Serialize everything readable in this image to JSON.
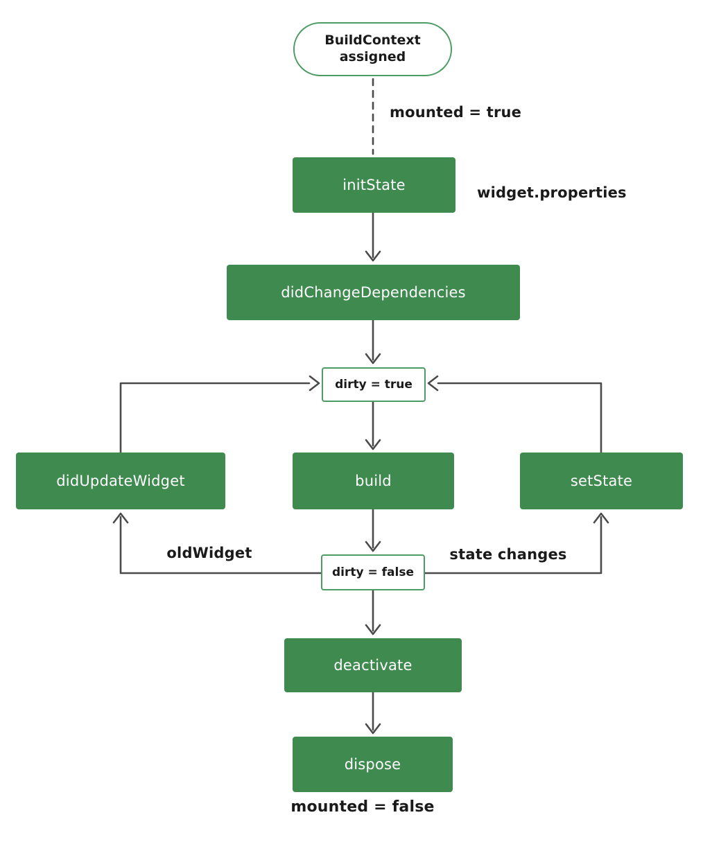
{
  "colors": {
    "box_fill": "#3e8a4f",
    "box_text": "#ffffff",
    "outline_green": "#4c9b63",
    "connector_line": "#4a4a4a",
    "label_text": "#1a1a1a",
    "background": "#ffffff"
  },
  "nodes": {
    "start": {
      "line1": "BuildContext",
      "line2": "assigned"
    },
    "init_state": {
      "label": "initState"
    },
    "did_change_dependencies": {
      "label": "didChangeDependencies"
    },
    "dirty_true": {
      "label": "dirty = true"
    },
    "did_update_widget": {
      "label": "didUpdateWidget"
    },
    "build": {
      "label": "build"
    },
    "set_state": {
      "label": "setState"
    },
    "dirty_false": {
      "label": "dirty = false"
    },
    "deactivate": {
      "label": "deactivate"
    },
    "dispose": {
      "label": "dispose"
    }
  },
  "edge_labels": {
    "mounted_true": "mounted = true",
    "widget_properties": "widget.properties",
    "old_widget": "oldWidget",
    "state_changes": "state changes",
    "mounted_false": "mounted = false"
  }
}
